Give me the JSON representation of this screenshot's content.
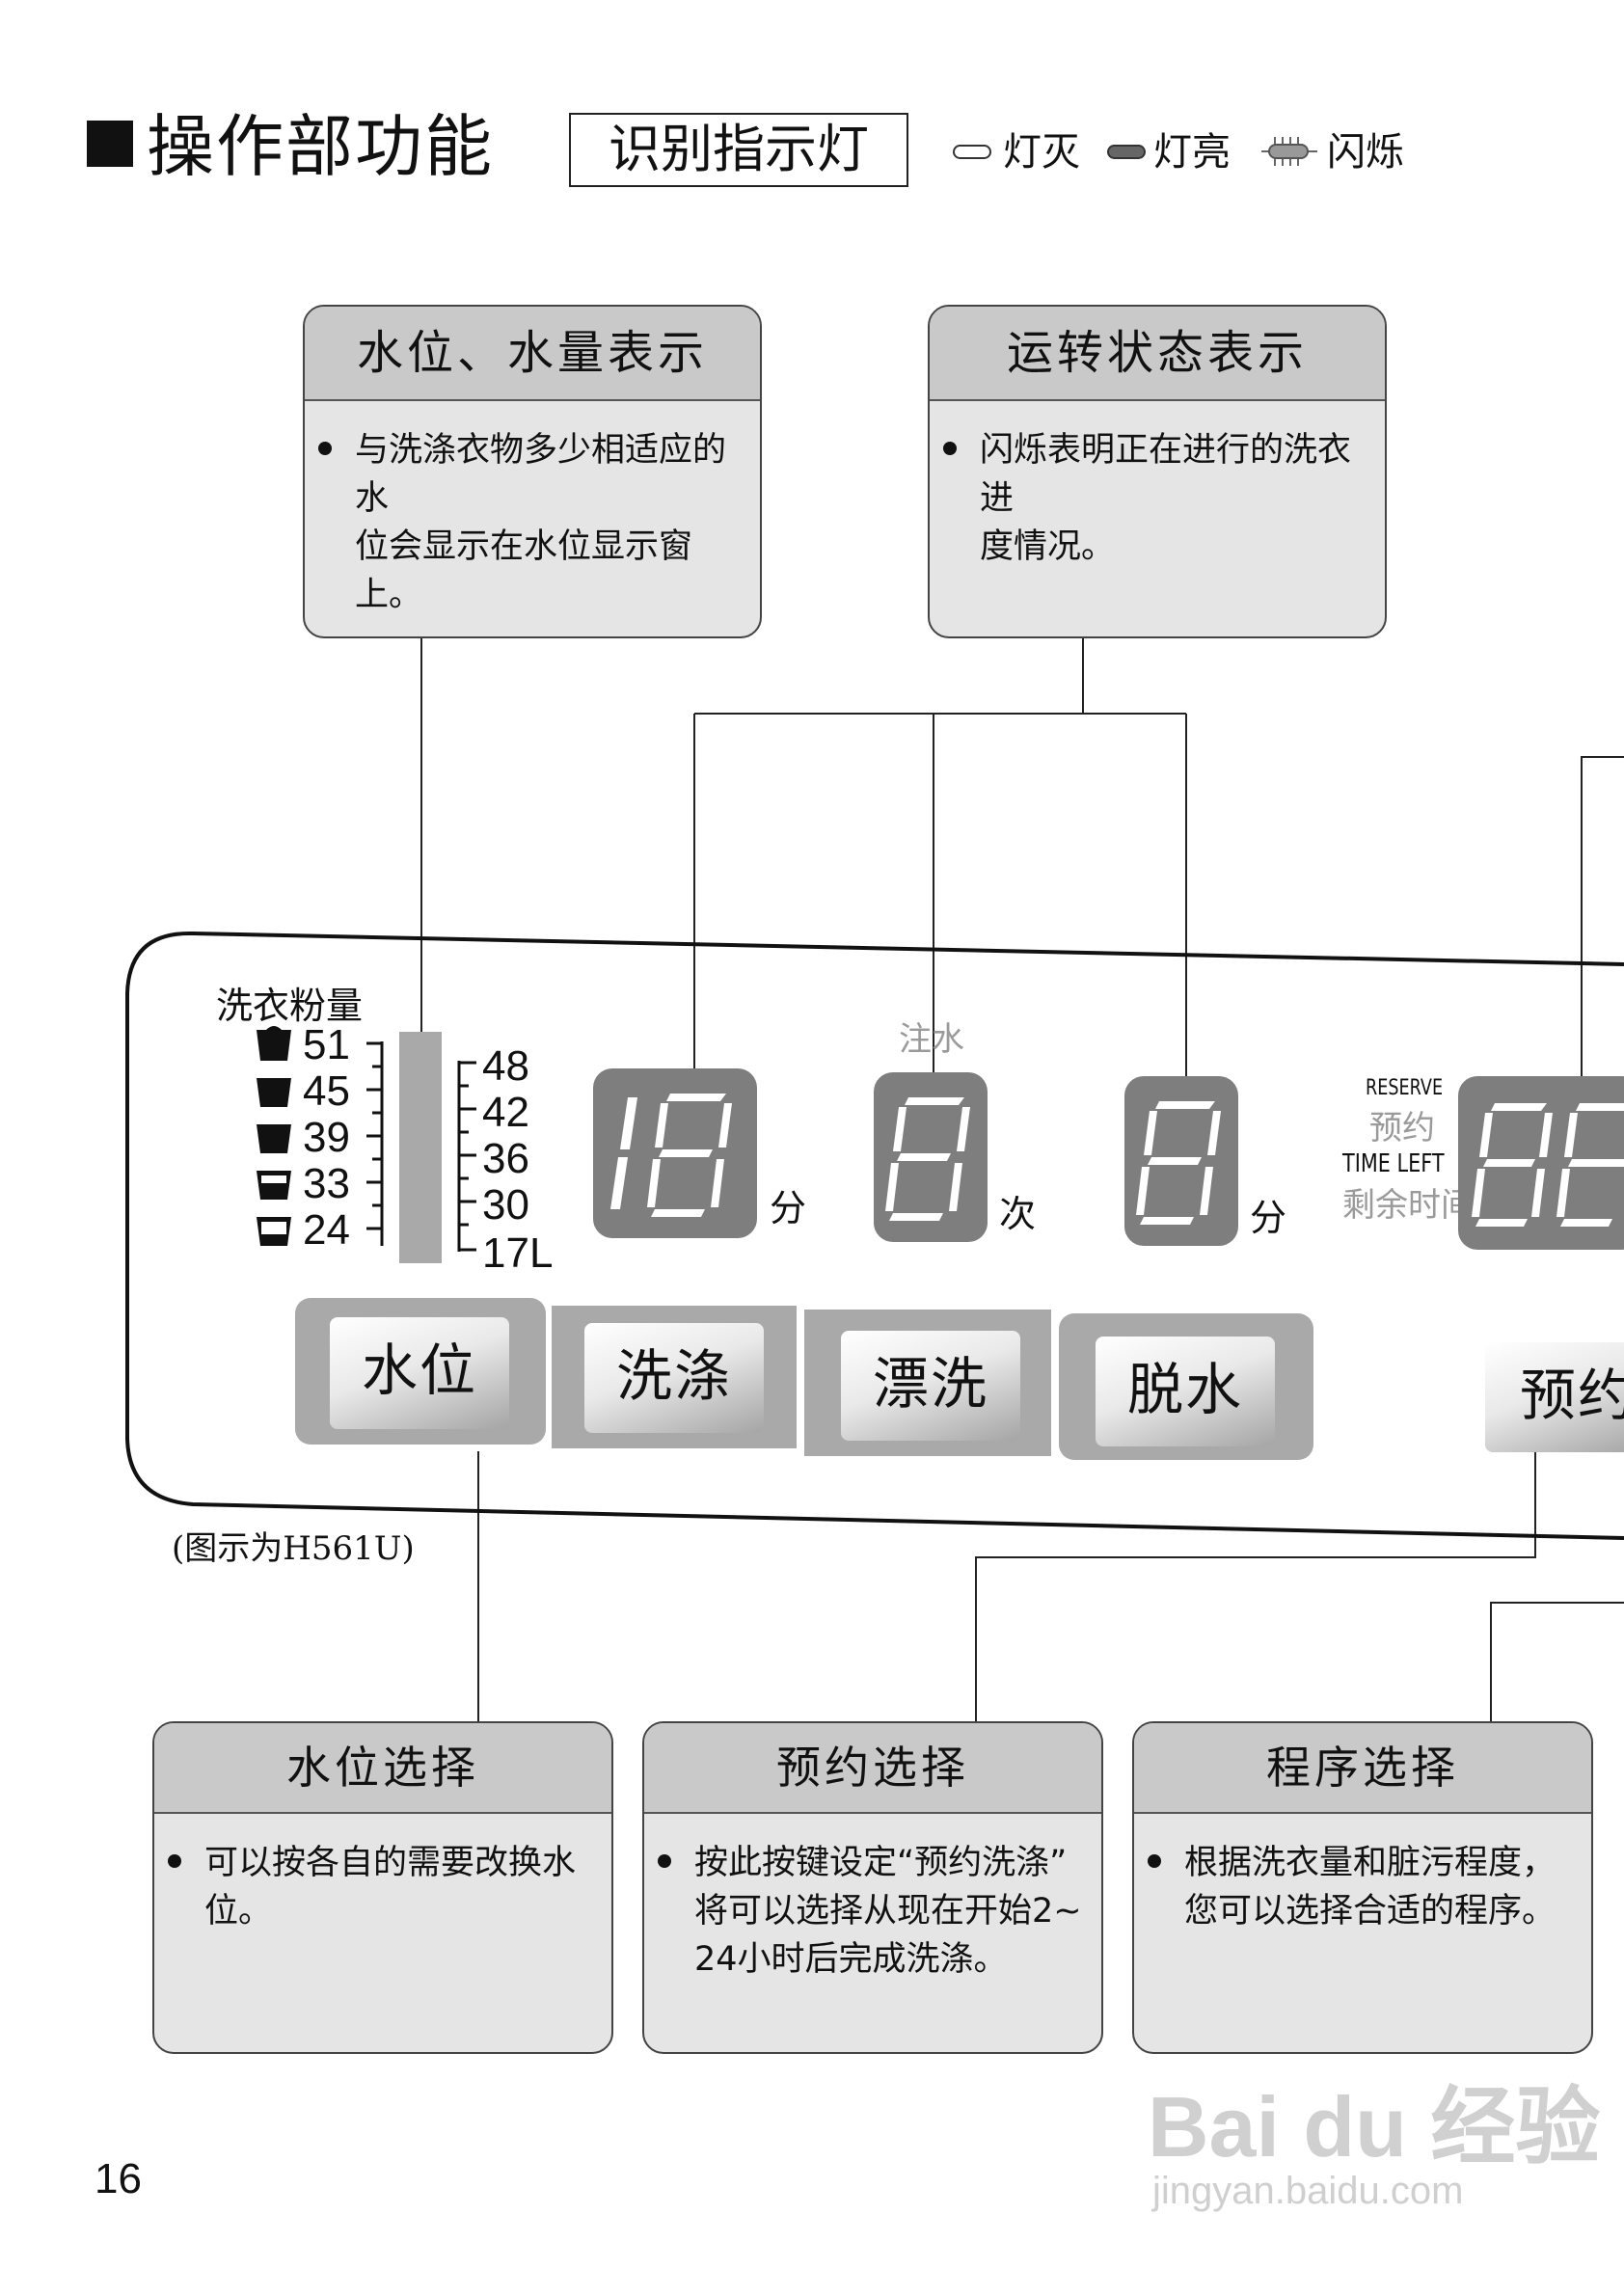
{
  "header": {
    "title": "操作部功能",
    "legend_box": "识别指示灯",
    "legend": [
      {
        "label": "灯灭",
        "state": "off"
      },
      {
        "label": "灯亮",
        "state": "on"
      },
      {
        "label": "闪烁",
        "state": "blink"
      }
    ]
  },
  "callouts_top": [
    {
      "title": "水位、水量表示",
      "text": "与洗涤衣物多少相适应的水位会显示在水位显示窗上。",
      "line1": "与洗涤衣物多少相适应的水",
      "line2": "位会显示在水位显示窗上。"
    },
    {
      "title": "运转状态表示",
      "text": "闪烁表明正在进行的洗衣进度情况。",
      "line1": "闪烁表明正在进行的洗衣进",
      "line2": "度情况。"
    }
  ],
  "panel": {
    "detergent_label": "洗衣粉量",
    "detergent_levels": [
      "51",
      "45",
      "39",
      "33",
      "24"
    ],
    "water_levels": [
      "48",
      "42",
      "36",
      "30",
      "17L"
    ],
    "water_fill_label": "注水",
    "display_units": [
      "分",
      "次",
      "分"
    ],
    "reserve_en": "RESERVE",
    "reserve_cn": "预约",
    "timeleft_en": "TIME LEFT",
    "timeleft_cn": "剩余时间",
    "buttons": [
      "水位",
      "洗涤",
      "漂洗",
      "脱水"
    ],
    "reserve_button": "预约",
    "caption": "(图示为H561U)"
  },
  "callouts_bottom": [
    {
      "title": "水位选择",
      "line1": "可以按各自的需要改换水",
      "line2": "位。",
      "line3": ""
    },
    {
      "title": "预约选择",
      "line1": "按此按键设定“预约洗涤”",
      "line2": "将可以选择从现在开始2~",
      "line3": "24小时后完成洗涤。"
    },
    {
      "title": "程序选择",
      "line1": "根据洗衣量和脏污程度，",
      "line2": "您可以选择合适的程序。",
      "line3": ""
    }
  ],
  "page_number": "16",
  "watermark": {
    "brand": "Bai du 经验",
    "url": "jingyan.baidu.com"
  },
  "colors": {
    "display_bg": "#7e7e7e",
    "callout_bg": "#e5e5e5",
    "callout_header": "#c9c9c9",
    "button_bg": "#a9a9a9"
  }
}
